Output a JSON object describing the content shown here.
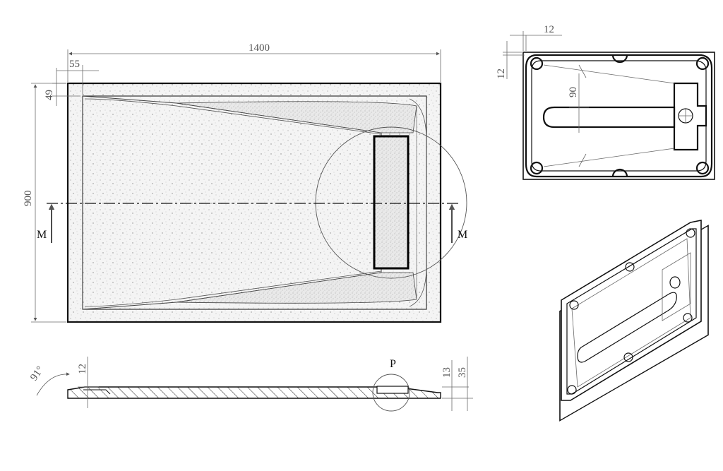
{
  "dimensions": {
    "overall_length": "1400",
    "overall_width": "900",
    "edge_offset": "55",
    "rim_offset": "49",
    "iso_rim": "12",
    "iso_depth": "90",
    "profile_depth": "12",
    "profile_13": "13",
    "profile_35": "35",
    "angle": "91°"
  },
  "labels": {
    "section_left": "M",
    "section_right": "M",
    "detail": "P"
  }
}
